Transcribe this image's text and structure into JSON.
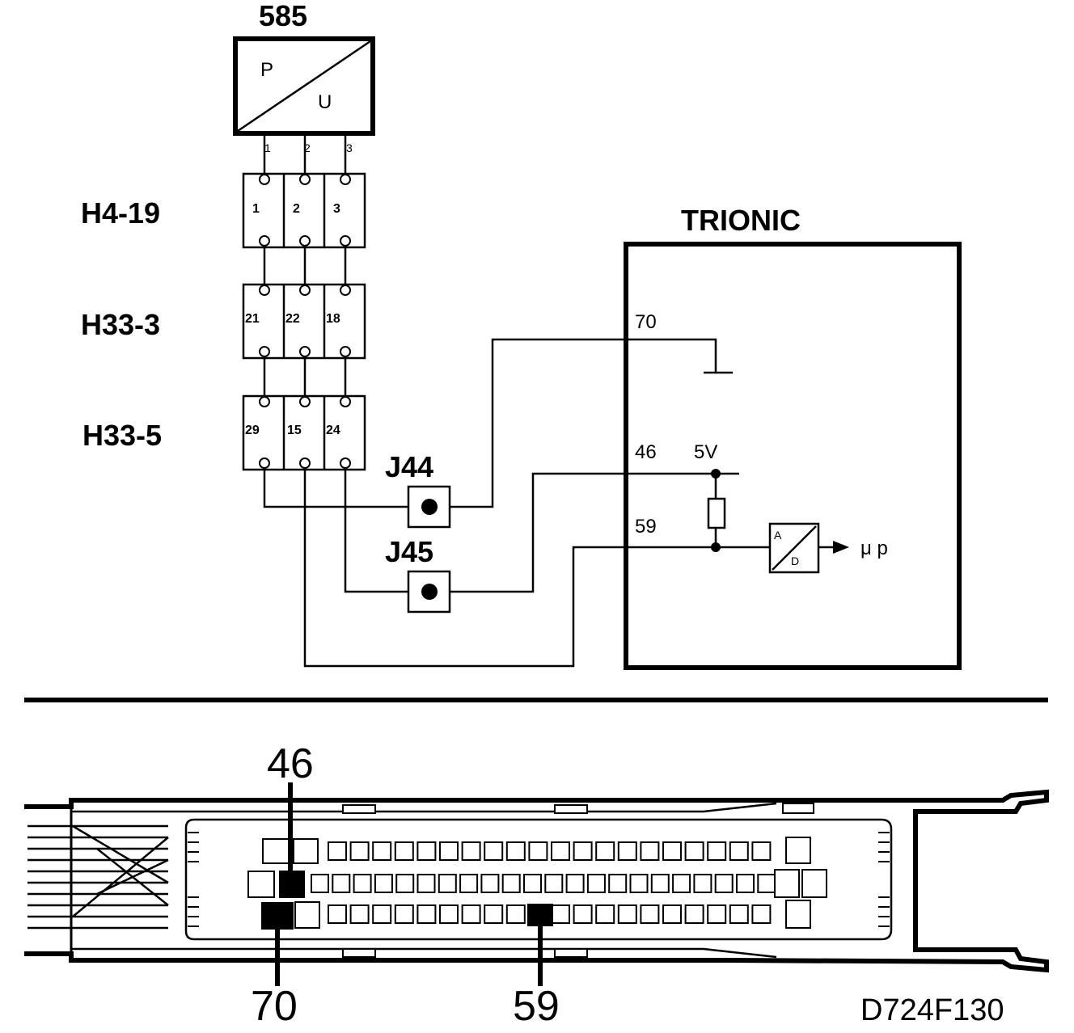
{
  "sensor": {
    "number": "585",
    "label_p": "P",
    "label_u": "U",
    "pins": [
      "1",
      "2",
      "3"
    ]
  },
  "connectors": [
    {
      "name": "H4-19",
      "pins": [
        "1",
        "2",
        "3"
      ]
    },
    {
      "name": "H33-3",
      "pins": [
        "21",
        "22",
        "18"
      ]
    },
    {
      "name": "H33-5",
      "pins": [
        "29",
        "15",
        "24"
      ]
    }
  ],
  "junctions": {
    "j44": "J44",
    "j45": "J45"
  },
  "ecu": {
    "title": "TRIONIC",
    "pin_70": "70",
    "pin_46": "46",
    "pin_59": "59",
    "voltage": "5V",
    "adc_a": "A",
    "adc_d": "D",
    "output": "μ p"
  },
  "connector_view": {
    "pin_46": "46",
    "pin_70": "70",
    "pin_59": "59"
  },
  "figure_code": "D724F130"
}
